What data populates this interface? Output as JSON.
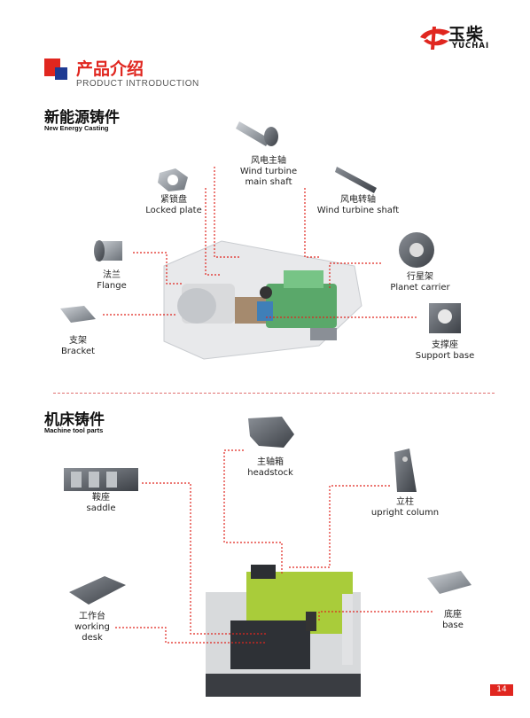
{
  "brand": {
    "name_cn": "玉柴",
    "name_en": "YUCHAI",
    "logo_color": "#e0261f"
  },
  "page": {
    "title_cn": "产品介绍",
    "title_en": "PRODUCT INTRODUCTION",
    "number": "14",
    "accent": "#e0261f",
    "secondary": "#1f3a93"
  },
  "sections": {
    "energy": {
      "title_cn": "新能源铸件",
      "title_en": "New Energy Casting",
      "parts": {
        "main_shaft": {
          "cn": "风电主轴",
          "en": "Wind turbine\nmain shaft"
        },
        "locked_plate": {
          "cn": "紧锁盘",
          "en": "Locked plate"
        },
        "turbine_shaft": {
          "cn": "风电转轴",
          "en": "Wind turbine shaft"
        },
        "flange": {
          "cn": "法兰",
          "en": "Flange"
        },
        "planet_carrier": {
          "cn": "行星架",
          "en": "Planet carrier"
        },
        "bracket": {
          "cn": "支架",
          "en": "Bracket"
        },
        "support_base": {
          "cn": "支撑座",
          "en": "Support base"
        }
      }
    },
    "machine": {
      "title_cn": "机床铸件",
      "title_en": "Machine tool parts",
      "parts": {
        "headstock": {
          "cn": "主轴箱",
          "en": "headstock"
        },
        "saddle": {
          "cn": "鞍座",
          "en": "saddle"
        },
        "upright_column": {
          "cn": "立柱",
          "en": "upright column"
        },
        "working_desk": {
          "cn": "工作台",
          "en": "working\ndesk"
        },
        "base": {
          "cn": "底座",
          "en": "base"
        }
      }
    }
  }
}
